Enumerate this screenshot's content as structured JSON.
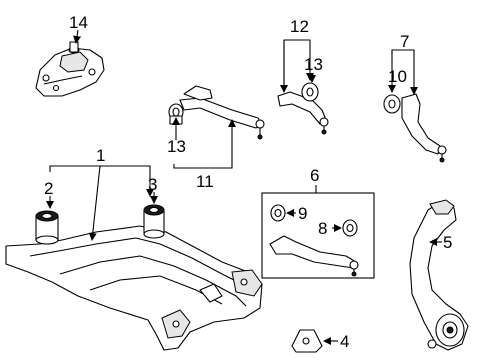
{
  "diagram": {
    "callouts": {
      "c1": "1",
      "c2": "2",
      "c3": "3",
      "c4": "4",
      "c5": "5",
      "c6": "6",
      "c7": "7",
      "c8": "8",
      "c9": "9",
      "c10": "10",
      "c11": "11",
      "c12": "12",
      "c13a": "13",
      "c13b": "13",
      "c14": "14"
    }
  }
}
